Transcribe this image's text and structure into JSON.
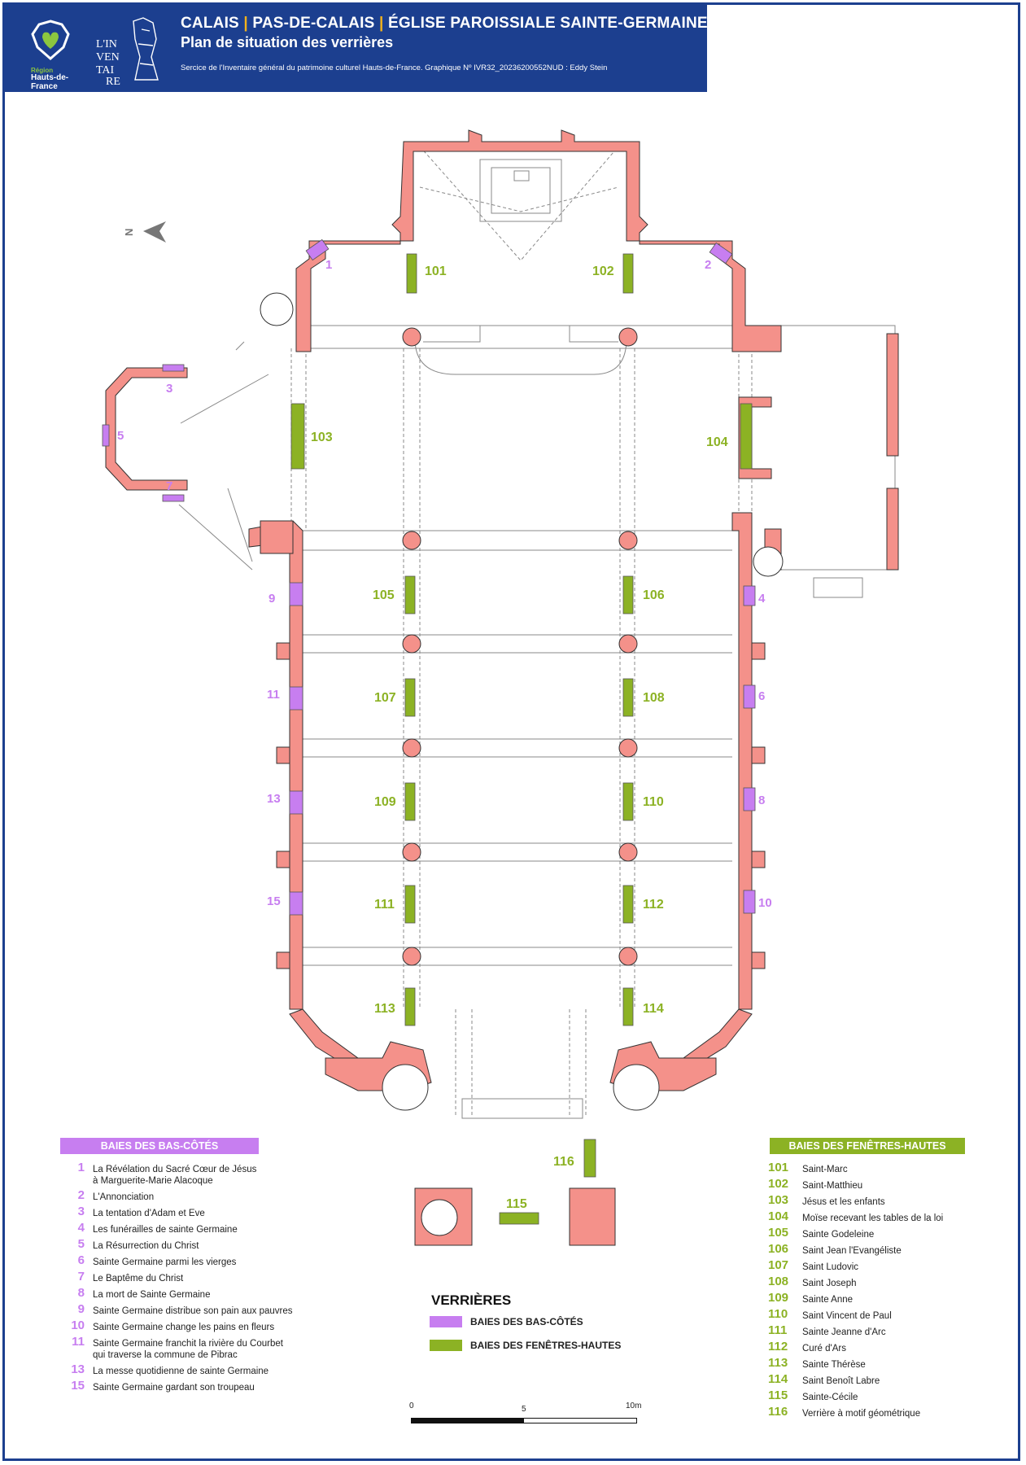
{
  "header": {
    "title_part1": "CALAIS",
    "title_sep": "|",
    "title_part2": "PAS-DE-CALAIS",
    "title_part3": "ÉGLISE PAROISSIALE SAINTE-GERMAINE",
    "subtitle": "Plan de situation des verrières",
    "credit": "Sercice de l'Inventaire général du patrimoine culturel Hauts-de-France. Graphique Nº IVR32_20236200552NUD : Eddy Stein",
    "region_small": "Région",
    "region_name": "Hauts-de-France",
    "inventaire_logo_text": "L'INVENTAIRE"
  },
  "colors": {
    "header_bg": "#1c3f8f",
    "wall": "#f4918a",
    "bas_cotes": "#c77ef0",
    "fenetres_hautes": "#8cb224"
  },
  "plan": {
    "north_label": "N",
    "bay_labels_bas_cotes": [
      "1",
      "2",
      "3",
      "4",
      "5",
      "6",
      "7",
      "8",
      "9",
      "10",
      "11",
      "13",
      "15"
    ],
    "bay_labels_fenetres_hautes": [
      "101",
      "102",
      "103",
      "104",
      "105",
      "106",
      "107",
      "108",
      "109",
      "110",
      "111",
      "112",
      "113",
      "114",
      "115",
      "116"
    ]
  },
  "legend_bas_cotes": {
    "heading": "BAIES DES BAS-CÔTÉS",
    "items": [
      {
        "num": "1",
        "text": "La Révélation du Sacré Cœur de Jésus",
        "text2": "à Marguerite-Marie Alacoque"
      },
      {
        "num": "2",
        "text": "L'Annonciation"
      },
      {
        "num": "3",
        "text": "La tentation d'Adam et Eve"
      },
      {
        "num": "4",
        "text": "Les funérailles de sainte Germaine"
      },
      {
        "num": "5",
        "text": "La Résurrection du Christ"
      },
      {
        "num": "6",
        "text": "Sainte Germaine parmi les vierges"
      },
      {
        "num": "7",
        "text": "Le Baptême du Christ"
      },
      {
        "num": "8",
        "text": "La mort de Sainte Germaine"
      },
      {
        "num": "9",
        "text": "Sainte Germaine distribue son pain aux pauvres"
      },
      {
        "num": "10",
        "text": "Sainte Germaine change les pains en fleurs"
      },
      {
        "num": "11",
        "text": "Sainte Germaine franchit la rivière du Courbet",
        "text2": "qui traverse la commune de Pibrac"
      },
      {
        "num": "13",
        "text": "La messe quotidienne de sainte Germaine"
      },
      {
        "num": "15",
        "text": "Sainte Germaine gardant son troupeau"
      }
    ]
  },
  "legend_fenetres_hautes": {
    "heading": "BAIES DES FENÊTRES-HAUTES",
    "items": [
      {
        "num": "101",
        "text": "Saint-Marc"
      },
      {
        "num": "102",
        "text": "Saint-Matthieu"
      },
      {
        "num": "103",
        "text": "Jésus et les enfants"
      },
      {
        "num": "104",
        "text": "Moïse recevant les tables de la loi"
      },
      {
        "num": "105",
        "text": "Sainte Godeleine"
      },
      {
        "num": "106",
        "text": "Saint Jean l'Evangéliste"
      },
      {
        "num": "107",
        "text": "Saint Ludovic"
      },
      {
        "num": "108",
        "text": "Saint Joseph"
      },
      {
        "num": "109",
        "text": "Sainte Anne"
      },
      {
        "num": "110",
        "text": "Saint Vincent de Paul"
      },
      {
        "num": "111",
        "text": "Sainte Jeanne d'Arc"
      },
      {
        "num": "112",
        "text": "Curé d'Ars"
      },
      {
        "num": "113",
        "text": "Sainte Thérèse"
      },
      {
        "num": "114",
        "text": "Saint Benoît Labre"
      },
      {
        "num": "115",
        "text": "Sainte-Cécile"
      },
      {
        "num": "116",
        "text": "Verrière à motif géométrique"
      }
    ]
  },
  "key": {
    "title": "VERRIÈRES",
    "bas_cotes": "BAIES DES BAS-CÔTÉS",
    "fenetres_hautes": "BAIES DES FENÊTRES-HAUTES"
  },
  "scale": {
    "zero": "0",
    "mid": "5",
    "end": "10m"
  }
}
